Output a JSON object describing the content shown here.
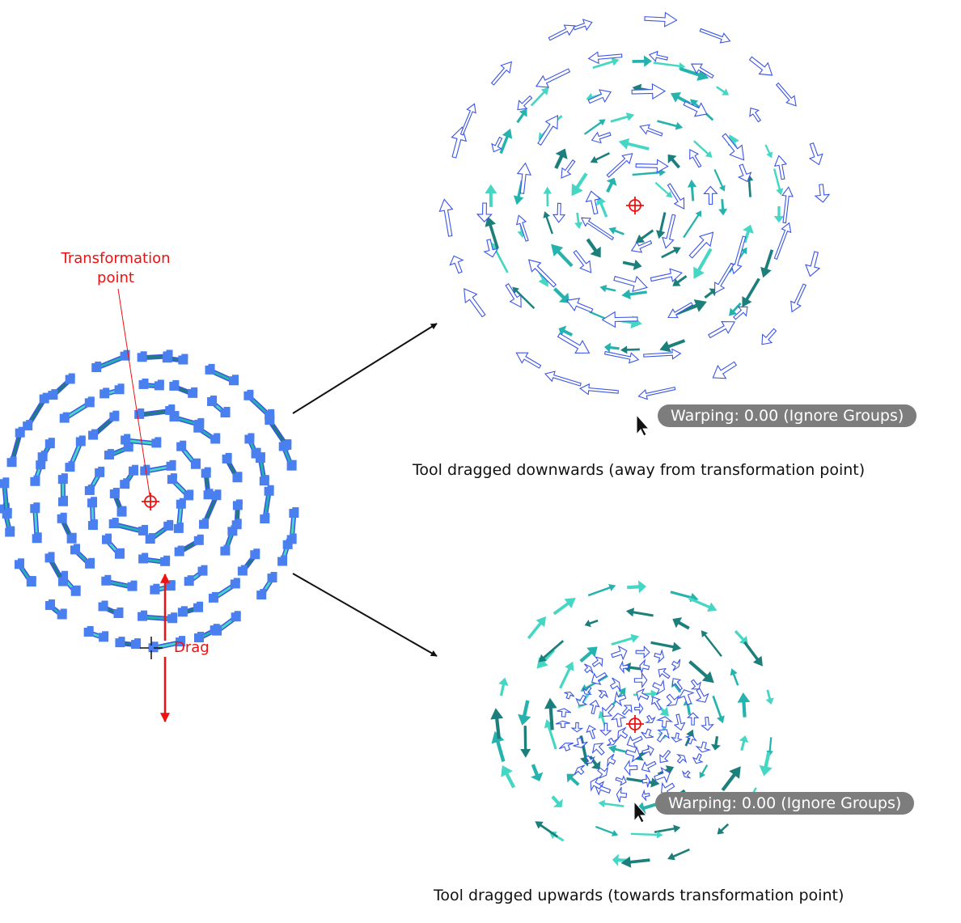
{
  "labels": {
    "transformation_point": [
      "Transformation",
      "point"
    ],
    "drag": "Drag"
  },
  "panels": {
    "downwards": {
      "hud": "Warping: 0.00 (Ignore Groups)",
      "caption": "Tool dragged downwards (away from transformation point)"
    },
    "upwards": {
      "hud": "Warping: 0.00 (Ignore Groups)",
      "caption": "Tool dragged upwards (towards transformation point)"
    }
  },
  "colors": {
    "selection_blue": "#4a7ff0",
    "outline_blue": "#3b55e6",
    "accent_red": "#ee1111",
    "teal_light": "#45d6c4",
    "teal_mid": "#26b3ae",
    "teal_dark": "#1d7f7c",
    "hud_grey": "#7d7d7d"
  },
  "icons": {
    "transformation_point": "crosshair-circle-icon",
    "tool_cursor": "crosshair-cursor-icon",
    "mouse_pointer": "arrow-pointer-icon"
  }
}
